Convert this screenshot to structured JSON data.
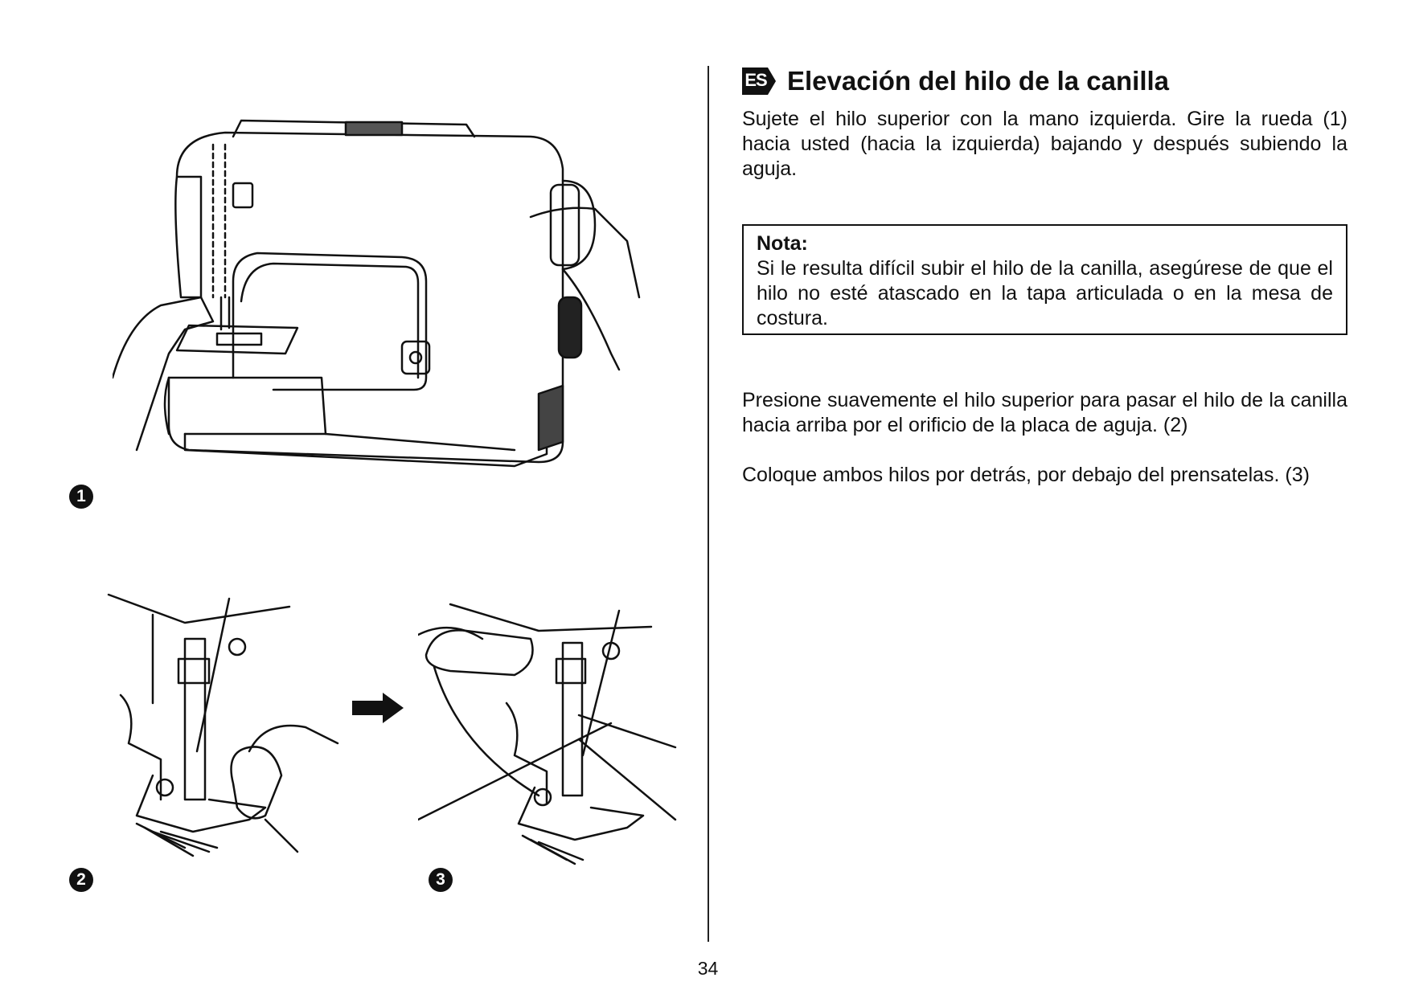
{
  "heading": {
    "lang_badge": "ES",
    "title": "Elevación del hilo de la canilla"
  },
  "paragraphs": {
    "p1": "Sujete el hilo superior con la mano izquierda. Gire la rueda (1) hacia usted (hacia la izquierda) bajando y después subiendo la aguja.",
    "p2": "Presione suavemente el hilo superior para pasar el hilo de la canilla hacia arriba por el orificio de la placa de aguja. (2)",
    "p3": "Coloque ambos hilos por detrás, por debajo del prensatelas. (3)"
  },
  "note": {
    "label": "Nota:",
    "text": "Si le resulta difícil subir el hilo de la canilla, asegúrese de que el hilo no esté atascado en la tapa articulada o en la mesa de costura."
  },
  "figures": {
    "fig1_number": "1",
    "fig2_number": "2",
    "fig3_number": "3"
  },
  "page_number": "34"
}
